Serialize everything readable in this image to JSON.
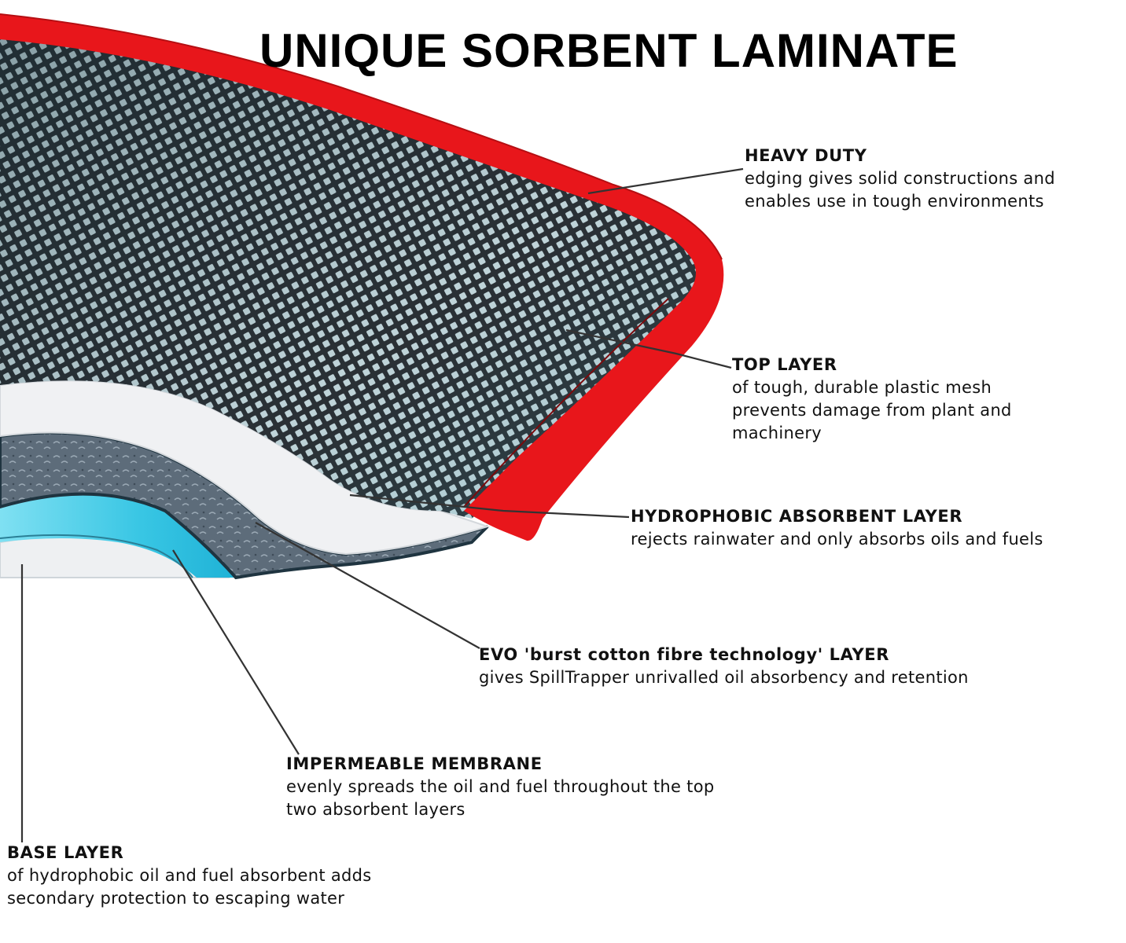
{
  "title": "UNIQUE SORBENT LAMINATE",
  "colors": {
    "edging_red": "#e8161b",
    "mesh_dark": "#2b3035",
    "mesh_highlight": "#9fd3dd",
    "absorbent_white": "#f0f1f3",
    "evo_gray": "#5b6a78",
    "membrane_cyan": "#3cc9e6",
    "base_white": "#eef0f2",
    "leader_line": "#333333"
  },
  "callouts": [
    {
      "id": "heavy-duty",
      "heading": "HEAVY DUTY",
      "lines": [
        "edging gives solid constructions and",
        "enables use in tough environments"
      ]
    },
    {
      "id": "top-layer",
      "heading": "TOP LAYER",
      "lines": [
        "of tough, durable plastic mesh",
        "prevents damage from plant and",
        "machinery"
      ]
    },
    {
      "id": "hydrophobic-absorbent-layer",
      "heading": "HYDROPHOBIC ABSORBENT LAYER",
      "lines": [
        "rejects rainwater and only absorbs oils and fuels"
      ]
    },
    {
      "id": "evo-layer",
      "heading": "EVO 'burst cotton fibre technology' LAYER",
      "lines": [
        "gives SpillTrapper unrivalled oil absorbency and retention"
      ]
    },
    {
      "id": "impermeable-membrane",
      "heading": "IMPERMEABLE MEMBRANE",
      "lines": [
        "evenly spreads the oil and fuel throughout the top",
        "two absorbent layers"
      ]
    },
    {
      "id": "base-layer",
      "heading": "BASE LAYER",
      "lines": [
        "of hydrophobic oil and fuel absorbent adds",
        "secondary protection to escaping water"
      ]
    }
  ]
}
